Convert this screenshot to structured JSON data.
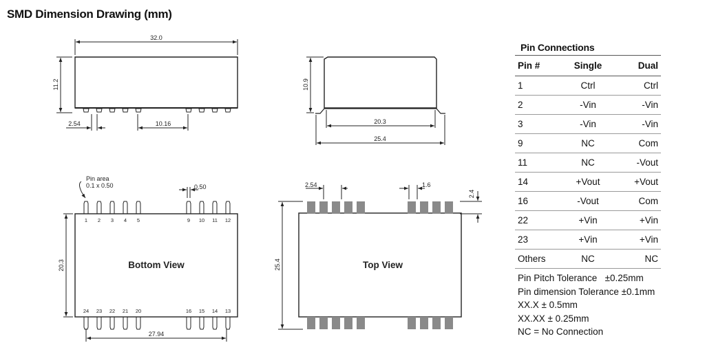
{
  "title": "SMD Dimension Drawing (mm)",
  "side_view_front": {
    "length": "32.0",
    "height": "11.2",
    "pitch": "2.54",
    "gap": "10.16"
  },
  "side_view_end": {
    "height": "10.9",
    "inner": "20.3",
    "outer": "25.4"
  },
  "bottom_view": {
    "label": "Bottom View",
    "pin_area_label": "Pin area",
    "pin_area_size": "0.1 x 0.50",
    "pin_width": "0.50",
    "height": "20.3",
    "span": "27.94",
    "top_pins": [
      "1",
      "2",
      "3",
      "4",
      "5",
      "9",
      "10",
      "11",
      "12"
    ],
    "bottom_pins": [
      "24",
      "23",
      "22",
      "21",
      "20",
      "16",
      "15",
      "14",
      "13"
    ]
  },
  "top_view": {
    "label": "Top View",
    "pitch": "2.54",
    "pad_width": "1.6",
    "pad_length": "2.4",
    "height": "25.4"
  },
  "pin_connections": {
    "title": "Pin Connections",
    "headers": [
      "Pin #",
      "Single",
      "Dual"
    ],
    "rows": [
      [
        "1",
        "Ctrl",
        "Ctrl"
      ],
      [
        "2",
        "-Vin",
        "-Vin"
      ],
      [
        "3",
        "-Vin",
        "-Vin"
      ],
      [
        "9",
        "NC",
        "Com"
      ],
      [
        "11",
        "NC",
        "-Vout"
      ],
      [
        "14",
        "+Vout",
        "+Vout"
      ],
      [
        "16",
        "-Vout",
        "Com"
      ],
      [
        "22",
        "+Vin",
        "+Vin"
      ],
      [
        "23",
        "+Vin",
        "+Vin"
      ],
      [
        "Others",
        "NC",
        "NC"
      ]
    ]
  },
  "notes": [
    "Pin Pitch Tolerance   ±0.25mm",
    "Pin dimension Tolerance ±0.1mm",
    "XX.X ± 0.5mm",
    "XX.XX ± 0.25mm",
    "NC = No Connection"
  ]
}
